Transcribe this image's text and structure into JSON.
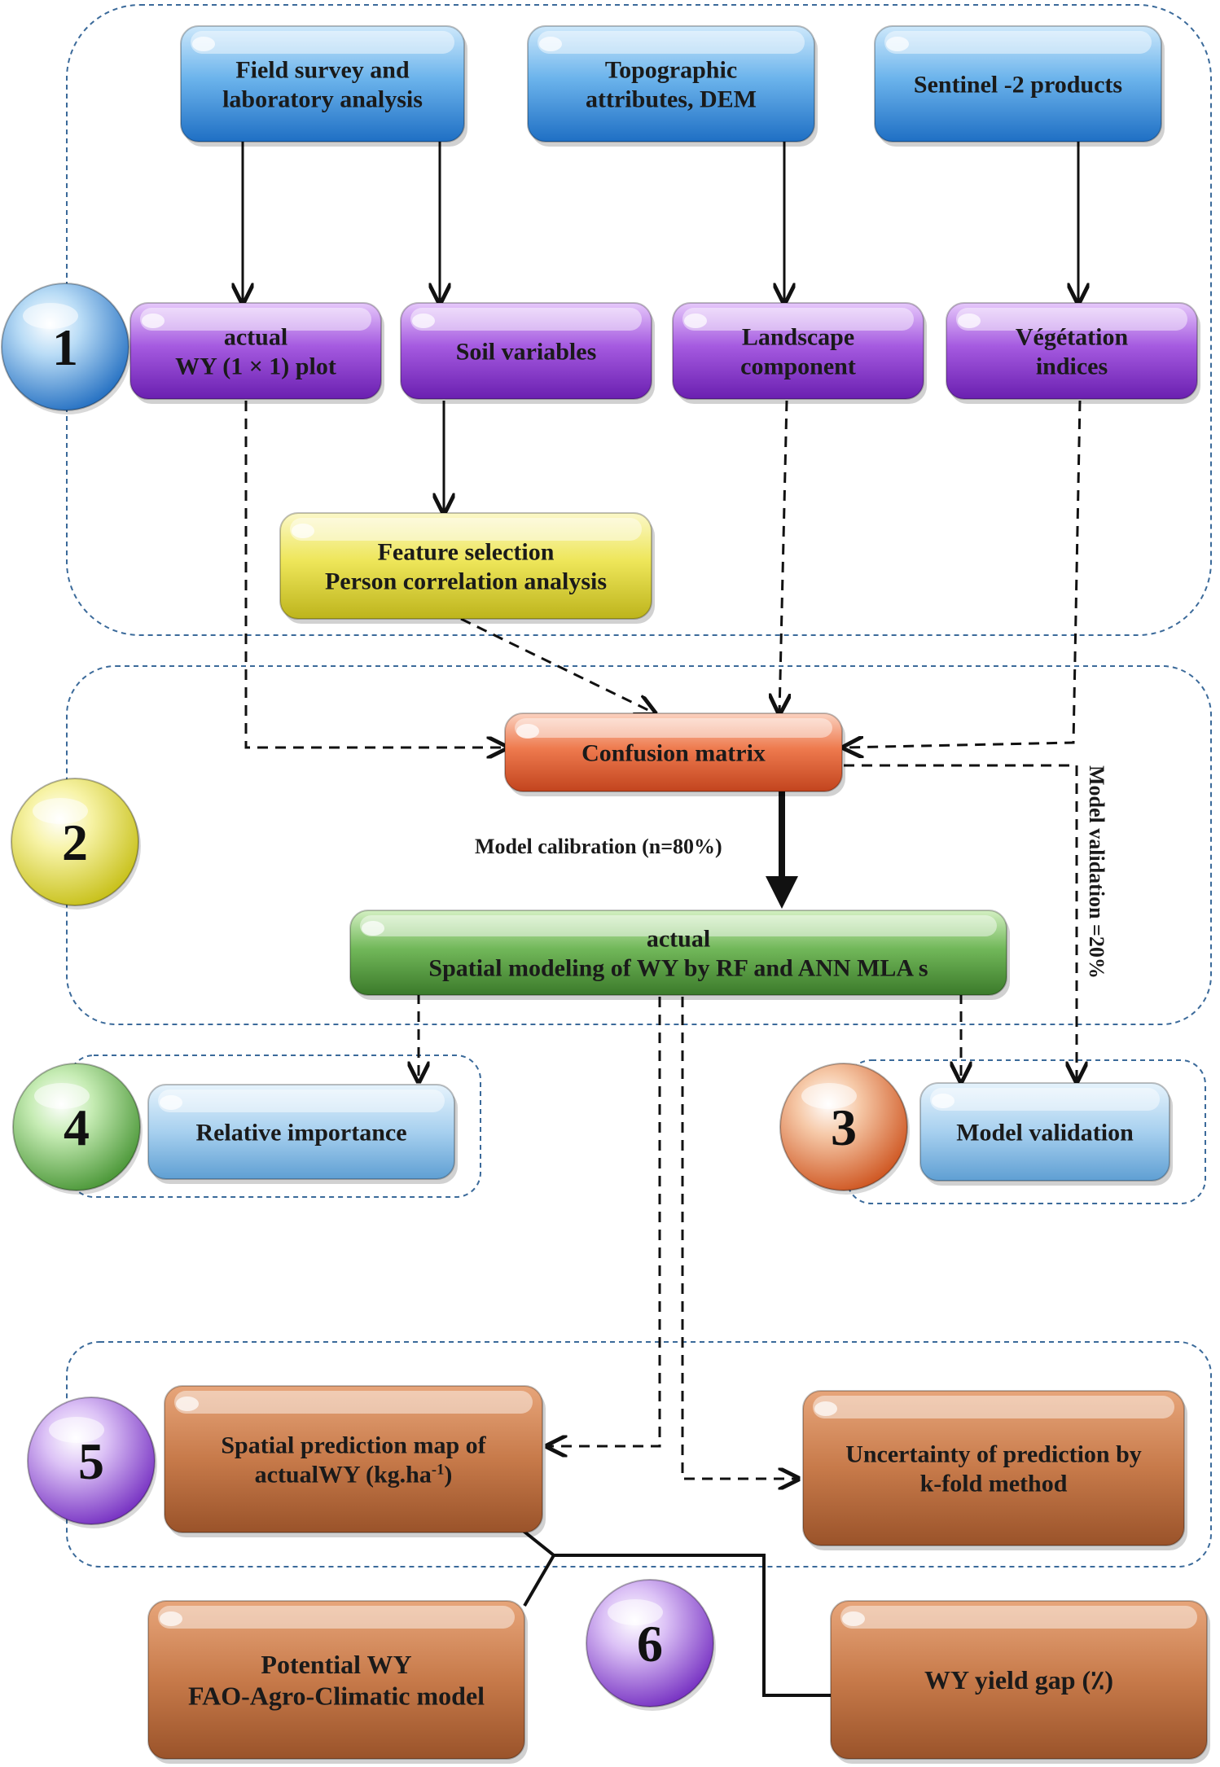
{
  "stages": [
    "1",
    "2",
    "3",
    "4",
    "5",
    "6"
  ],
  "boxes": {
    "field_survey": [
      "Field survey and",
      "laboratory analysis"
    ],
    "topographic": [
      "Topographic",
      "attributes, DEM"
    ],
    "sentinel": [
      "Sentinel -2 products"
    ],
    "actual_wy_plot": [
      "actual",
      "WY (1 × 1) plot"
    ],
    "soil_variables": [
      "Soil variables"
    ],
    "landscape": [
      "Landscape",
      "component"
    ],
    "vegetation": [
      "Végétation",
      "indices"
    ],
    "feature_selection": [
      "Feature selection",
      "Person correlation analysis"
    ],
    "confusion_matrix": [
      "Confusion matrix"
    ],
    "spatial_modeling": [
      "actual",
      "Spatial modeling of WY by RF and ANN MLA s"
    ],
    "relative_importance": [
      "Relative importance"
    ],
    "model_validation": [
      "Model validation"
    ],
    "prediction_map": [
      "Spatial prediction map of",
      "actualWY (kg.ha",
      "-1",
      ")"
    ],
    "uncertainty": [
      "Uncertainty of prediction by",
      "k-fold method"
    ],
    "potential_wy": [
      "Potential WY",
      "FAO-Agro-Climatic model"
    ],
    "yield_gap": [
      "WY yield gap (٪)"
    ]
  },
  "edge_labels": {
    "calibration": "Model calibration (n=80%)",
    "validation": "Model validation =20%"
  },
  "colors": {
    "blue": "#5aa8e6",
    "purple": "#9a48d8",
    "yellow": "#e6e04a",
    "orange": "#e5683a",
    "green": "#5ea84a",
    "light_blue": "#8fc3ea",
    "brown": "#c07040",
    "group_border": "#3b6a9a"
  }
}
